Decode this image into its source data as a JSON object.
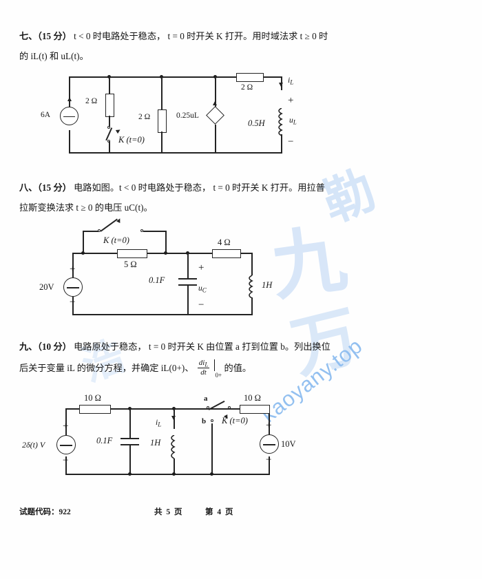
{
  "document": {
    "page_bg": "#fefefe",
    "ink": "#232323",
    "watermark_color": "#8ebdf0",
    "watermark_url": "kaoyany.top",
    "watermark_cjk": [
      "勒",
      "九",
      "万",
      "浩"
    ]
  },
  "questions": [
    {
      "id": "q7",
      "line1_head": "七、（15 分）",
      "line1": "t < 0 时电路处于稳态，   t = 0 时开关 K 打开。用时域法求 t ≥ 0 时",
      "line2": "的 iL(t) 和 uL(t)。"
    },
    {
      "id": "q8",
      "line1_head": "八、（15 分）",
      "line1": "电路如图。t < 0 时电路处于稳态，   t = 0 时开关 K 打开。用拉普",
      "line2": "拉斯变换法求 t ≥ 0 的电压 uC(t)。"
    },
    {
      "id": "q9",
      "line1_head": "九、（10 分）",
      "line1": "电路原处于稳态，   t = 0 时开关 K 由位置 a 打到位置 b。列出换位",
      "line2_a": "后关于变量 iL 的微分方程，并确定 iL(0+)、",
      "line2_b": "的值。",
      "frac_num": "di",
      "frac_num_sub": "L",
      "frac_den": "dt",
      "frac_eval": "0+"
    }
  ],
  "circuit1": {
    "name": "time-domain-transient-circuit",
    "source_current": "6A",
    "resistor_left": "2 Ω",
    "resistor_mid": "2 Ω",
    "resistor_top_right": "2 Ω",
    "dependent_source": "0.25uL",
    "inductor": "0.5H",
    "inductor_voltage": "uL",
    "inductor_current": "iL",
    "switch_label": "K (t=0)",
    "plus": "+",
    "minus": "−"
  },
  "circuit2": {
    "name": "laplace-transform-circuit",
    "source_voltage": "20V",
    "resistor_series": "5 Ω",
    "resistor_right": "4 Ω",
    "capacitor": "0.1F",
    "capacitor_voltage": "uC",
    "inductor": "1H",
    "switch_label": "K (t=0)",
    "plus": "+",
    "minus": "−"
  },
  "circuit3": {
    "name": "differential-equation-circuit",
    "source_left": "2δ(t) V",
    "source_right": "10V",
    "resistor_left": "10 Ω",
    "resistor_right": "10 Ω",
    "capacitor": "0.1F",
    "inductor": "1H",
    "inductor_current": "iL",
    "switch_label": "K (t=0)",
    "switch_pos_a": "a",
    "switch_pos_b": "b",
    "plus": "+",
    "minus": "−"
  },
  "footer": {
    "exam_code": "试题代码：922",
    "total_pages": "共 5 页",
    "current_page": "第 4 页"
  }
}
